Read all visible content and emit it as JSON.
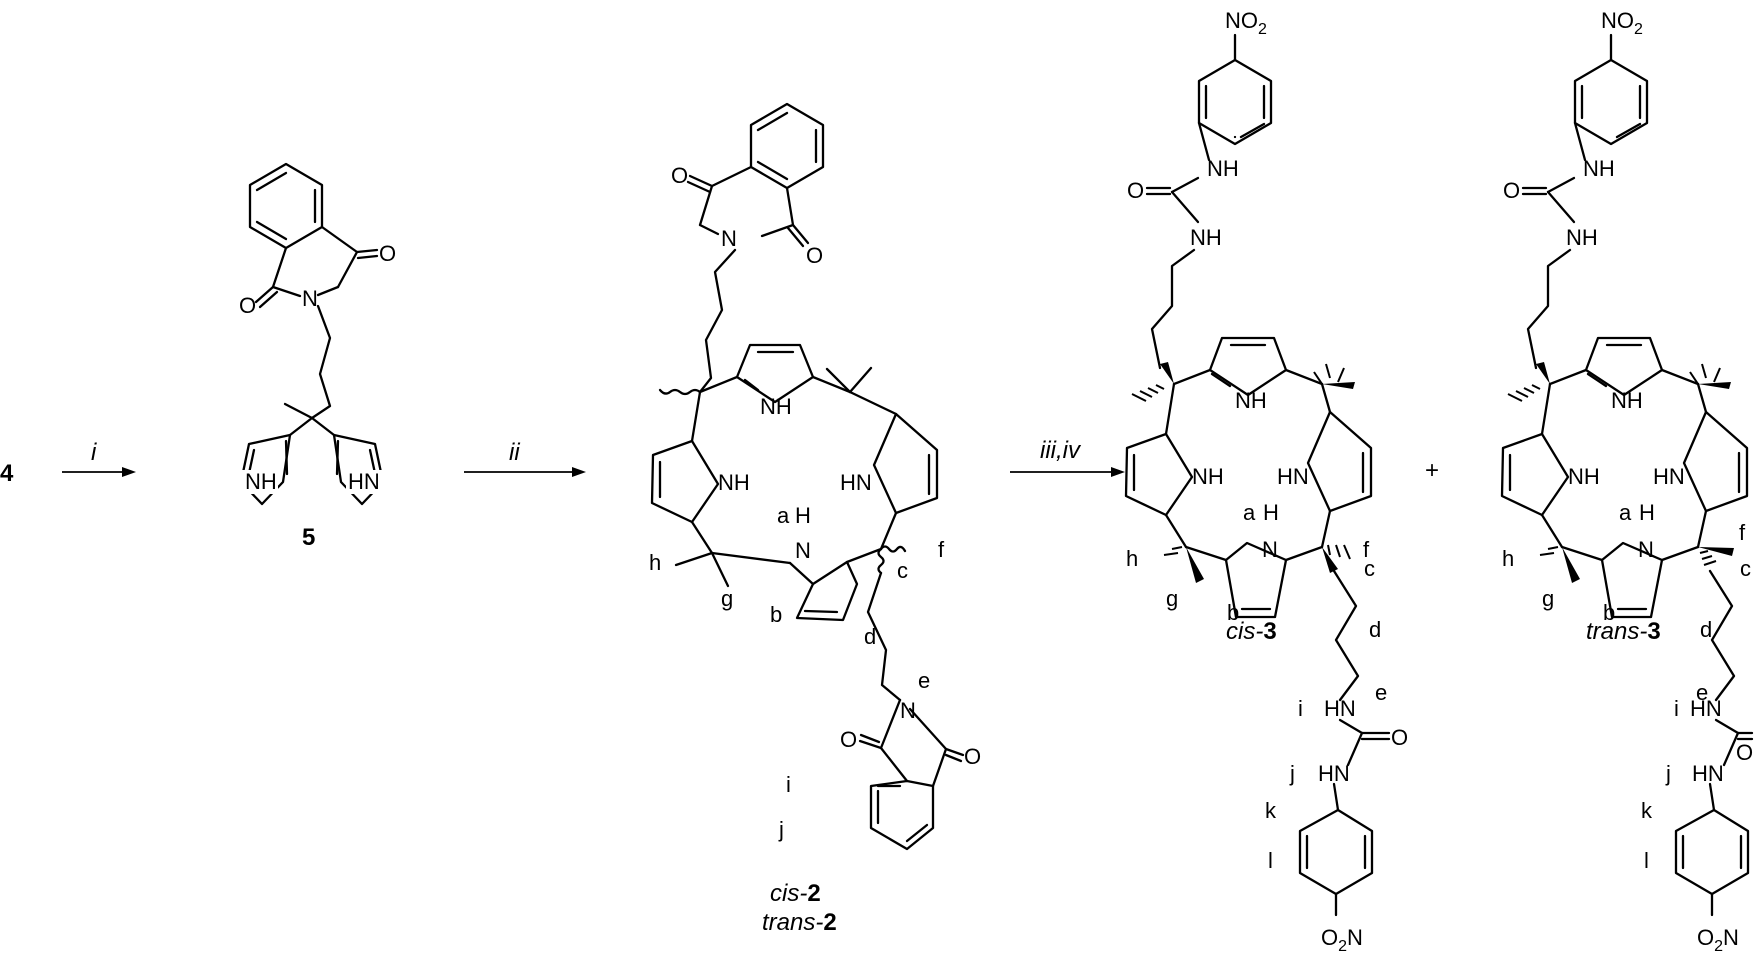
{
  "scheme": {
    "start_compound": "4",
    "steps": [
      {
        "reagent": "i"
      },
      {
        "reagent": "ii"
      },
      {
        "reagent": "iii,iv"
      }
    ],
    "plus": "+",
    "compounds": {
      "dipyrromethane": {
        "number": "5"
      },
      "product2": {
        "cis_prefix": "cis-",
        "trans_prefix": "trans-",
        "number": "2"
      },
      "cis3": {
        "prefix": "cis-",
        "number": "3"
      },
      "trans3": {
        "prefix": "trans-",
        "number": "3"
      }
    },
    "atoms": {
      "O": "O",
      "N": "N",
      "NH": "NH",
      "HN": "HN",
      "H": "H",
      "NO2": "NO",
      "NO2_sub": "2"
    },
    "proton_labels": [
      "a",
      "b",
      "c",
      "d",
      "e",
      "f",
      "g",
      "h",
      "i",
      "j",
      "k",
      "l"
    ]
  }
}
